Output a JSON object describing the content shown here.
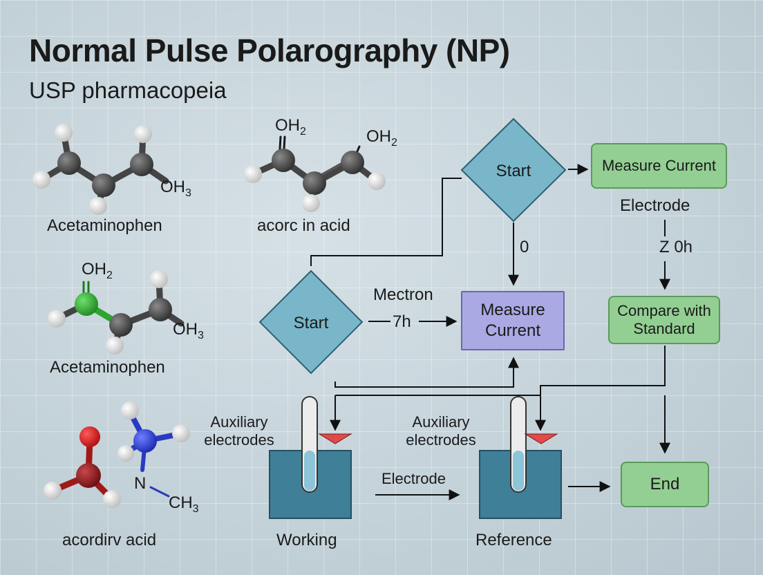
{
  "title": "Normal Pulse Polarography (NP)",
  "subtitle": "USP pharmacopeia",
  "molecules": {
    "m1": {
      "label": "Acetaminophen",
      "formula_a": "OH",
      "formula_a_sub": "3"
    },
    "m2": {
      "label": "acorc in acid",
      "formula_a": "OH",
      "formula_a_sub": "2",
      "formula_b": "OH",
      "formula_b_sub": "2"
    },
    "m3": {
      "label": "Acetaminophen",
      "formula_a": "OH",
      "formula_a_sub": "2",
      "formula_b": "OH",
      "formula_b_sub": "3"
    },
    "m4": {
      "label": "acordirv acid",
      "atom_n": "N",
      "formula_a": "CH",
      "formula_a_sub": "3"
    }
  },
  "flow": {
    "start_top": "Start",
    "start_left": "Start",
    "measure_top": "Measure Current",
    "measure_center": "Measure Current",
    "electrode_top": "Electrode",
    "arrow_label_zero": "0",
    "arrow_label_z0h": "Z 0h",
    "compare": "Compare with Standard",
    "end": "End",
    "mectron": "Mectron",
    "seven_h": "7h",
    "aux_left": "Auxiliary electrodes",
    "aux_right": "Auxiliary electrodes",
    "electrode_mid": "Electrode",
    "working": "Working",
    "reference": "Reference"
  },
  "colors": {
    "diamond": "#79b6c9",
    "beaker": "#3f7f98",
    "green_box": "#93cf93",
    "purple_box": "#aaa9e3",
    "marker_red": "#e04a4a"
  }
}
